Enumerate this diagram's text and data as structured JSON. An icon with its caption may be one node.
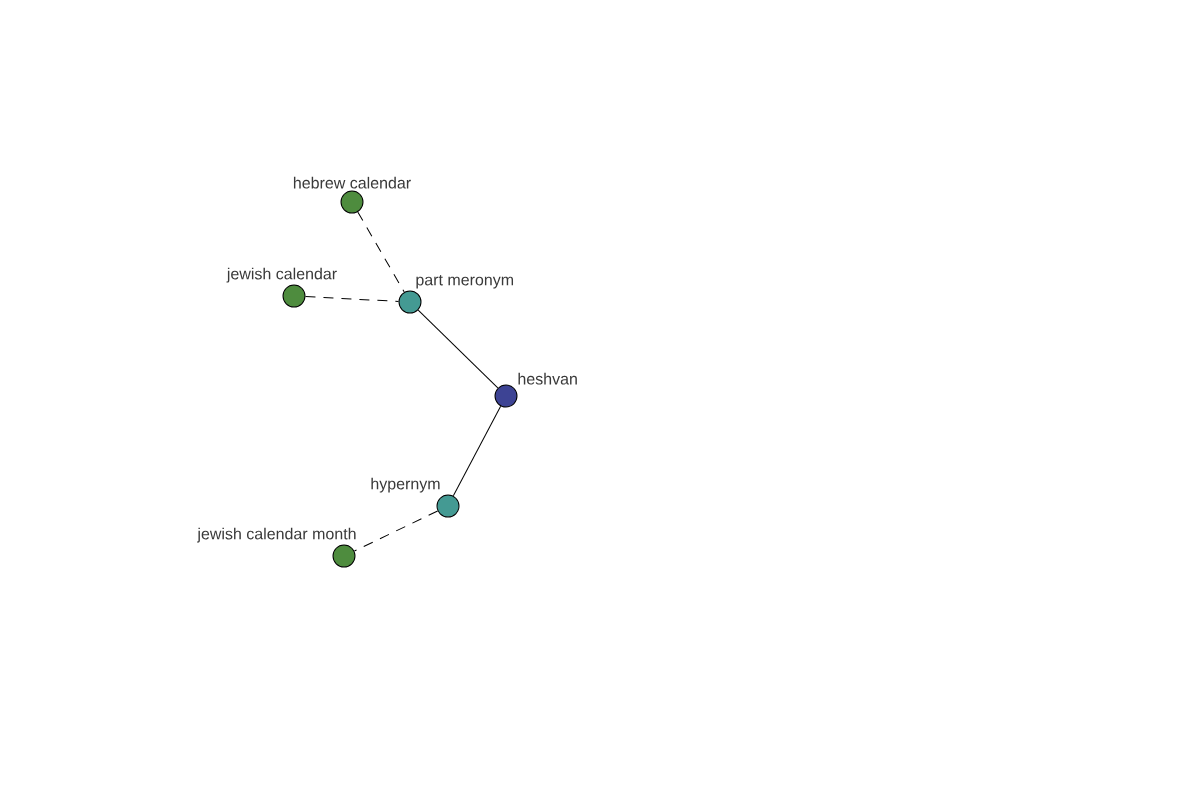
{
  "diagram": {
    "nodes": [
      {
        "text": [
          "hebrew calendar"
        ]
      },
      {
        "text": [
          "jewish calendar"
        ]
      },
      {
        "text": [
          "part meronym"
        ]
      },
      {
        "text": [
          "heshvan"
        ]
      },
      {
        "text": [
          "hypernym"
        ]
      },
      {
        "text": [
          "jewish calendar month"
        ]
      }
    ],
    "edges": [
      {
        "from": 0,
        "to": 2,
        "arrow": "none",
        "style": "dashed"
      },
      {
        "from": 1,
        "to": 2,
        "arrow": "none",
        "style": "dashed"
      },
      {
        "from": 2,
        "to": 3,
        "arrow": "none"
      },
      {
        "from": 3,
        "to": 4,
        "arrow": "none"
      },
      {
        "from": 4,
        "to": 5,
        "arrow": "none",
        "style": "dashed"
      }
    ]
  }
}
